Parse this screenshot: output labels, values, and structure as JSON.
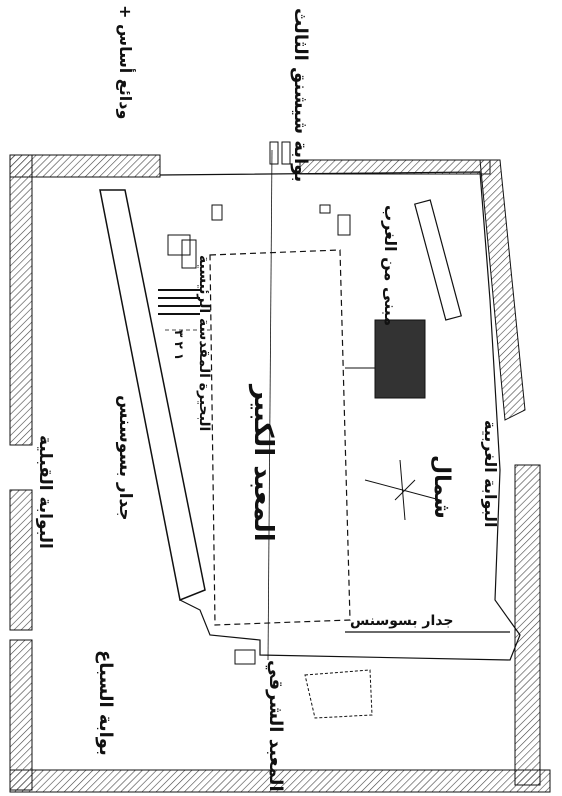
{
  "plan": {
    "labels": {
      "northern_third_gate": "بوابة شيشنق الثالث",
      "foundation_deposits": "+ ودائع أساس",
      "building_west": "مبنى من الغرب",
      "great_temple": "المعبد الكبير",
      "sacred_lake_hall": "البحيرة المقدسة الرئيسية",
      "lake_numbers": "١ ٢ ٣",
      "psusennes_wall_west": "جدار بسوسنس",
      "north_label": "شمال",
      "western_gate": "البوابة الغربية",
      "southern_gate": "البوابة القبلية",
      "psusennes_wall_south": "جدار بسوسنس",
      "eastern_temple": "المعبد الشرقي",
      "beasts_gate": "بوابة السباع"
    },
    "colors": {
      "ink": "#111111",
      "hatch": "#444444",
      "paper": "#ffffff"
    }
  }
}
